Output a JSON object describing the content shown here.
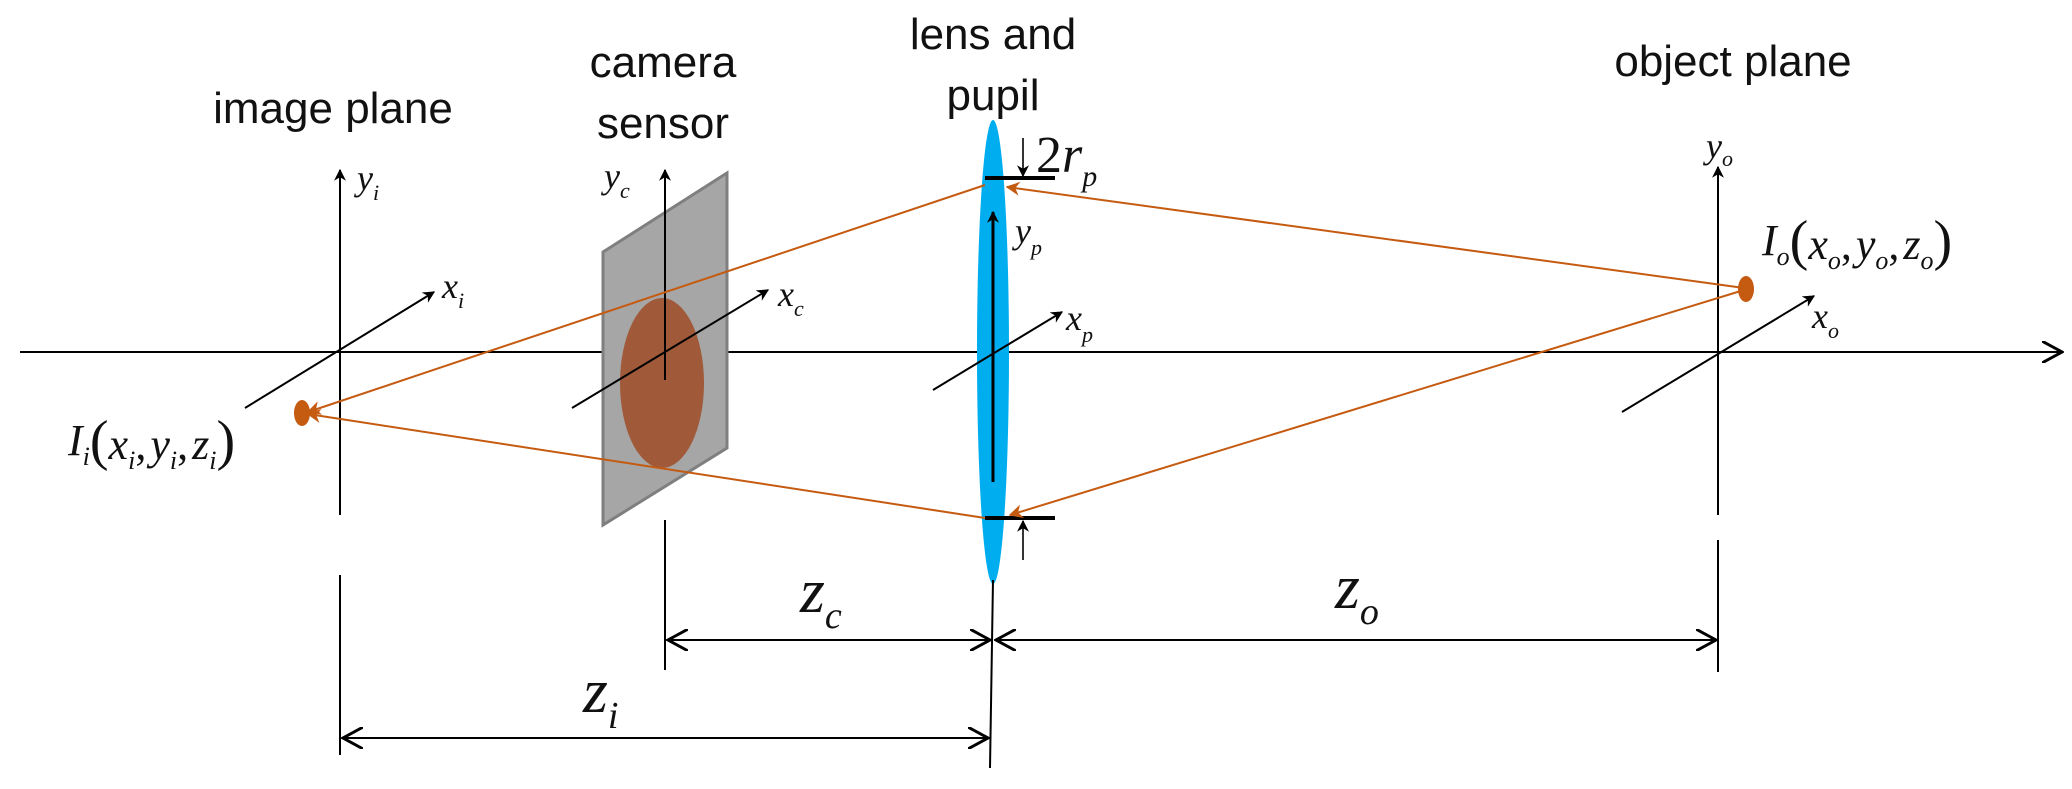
{
  "labels": {
    "image_plane": "image plane",
    "camera": "camera",
    "sensor": "sensor",
    "lens_and": "lens and",
    "pupil": "pupil",
    "object_plane": "object plane"
  },
  "axes": {
    "yi": {
      "base": "y",
      "sub": "i"
    },
    "xi": {
      "base": "x",
      "sub": "i"
    },
    "yc": {
      "base": "y",
      "sub": "c"
    },
    "xc": {
      "base": "x",
      "sub": "c"
    },
    "yp": {
      "base": "y",
      "sub": "p"
    },
    "xp": {
      "base": "x",
      "sub": "p"
    },
    "yo": {
      "base": "y",
      "sub": "o"
    },
    "xo": {
      "base": "x",
      "sub": "o"
    }
  },
  "points": {
    "image_point": {
      "base": "I",
      "sub": "i",
      "args": [
        "x",
        "y",
        "z"
      ],
      "arg_sub": "i"
    },
    "object_point": {
      "base": "I",
      "sub": "o",
      "args": [
        "x",
        "y",
        "z"
      ],
      "arg_sub": "o"
    }
  },
  "distances": {
    "zc": {
      "base": "z",
      "sub": "c"
    },
    "zo": {
      "base": "z",
      "sub": "o"
    },
    "zi": {
      "base": "z",
      "sub": "i"
    }
  },
  "pupil_radius": {
    "coef": "2",
    "base": "r",
    "sub": "p"
  },
  "colors": {
    "lens": "#00AEEF",
    "ray": "#C55A11",
    "spot": "#A0522D",
    "sensor": "#A6A6A6",
    "sensor_edge": "#7F7F7F",
    "line": "#000000"
  }
}
